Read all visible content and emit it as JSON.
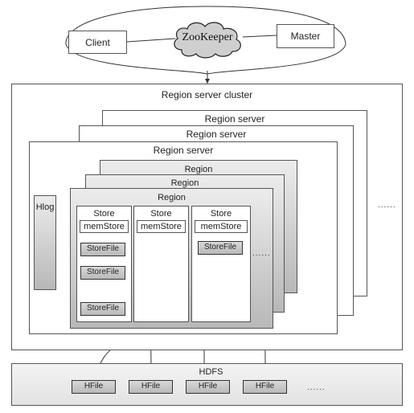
{
  "top": {
    "client": "Client",
    "zookeeper": "ZooKeeper",
    "master": "Master"
  },
  "cluster": {
    "title": "Region server cluster",
    "region_servers": [
      "Region server",
      "Region server",
      "Region server"
    ],
    "more": "......"
  },
  "region_server": {
    "hlog": "Hlog",
    "regions": [
      "Region",
      "Region",
      "Region"
    ]
  },
  "region": {
    "stores": [
      {
        "label": "Store",
        "memstore": "memStore",
        "storefiles": [
          "StoreFile",
          "StoreFile",
          "StoreFile"
        ]
      },
      {
        "label": "Store",
        "memstore": "memStore",
        "storefiles": []
      },
      {
        "label": "Store",
        "memstore": "memStore",
        "storefiles": [
          "StoreFile"
        ]
      }
    ],
    "more": "......"
  },
  "hdfs": {
    "title": "HDFS",
    "hfiles": [
      "HFile",
      "HFile",
      "HFile",
      "HFile"
    ],
    "more": "......"
  }
}
